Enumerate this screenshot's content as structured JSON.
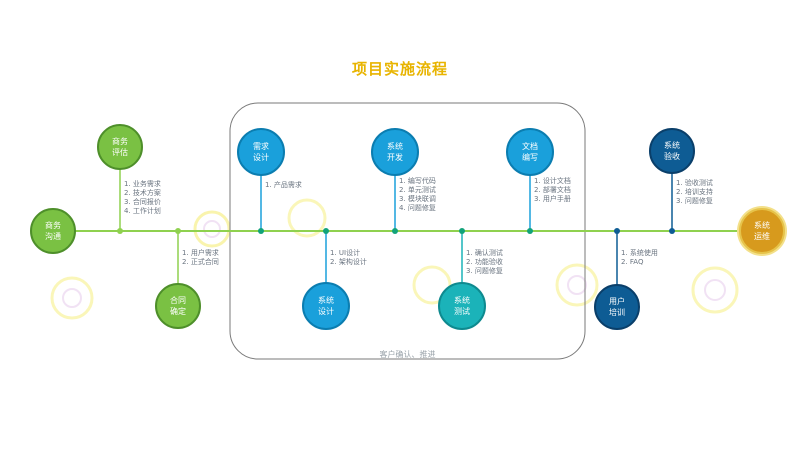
{
  "title": "项目实施流程",
  "region_label": "客户确认、推进",
  "nodes": [
    {
      "id": "n1",
      "label": "商务\n沟通",
      "color": "green"
    },
    {
      "id": "n2",
      "label": "商务\n评估",
      "color": "green"
    },
    {
      "id": "n3",
      "label": "合同\n确定",
      "color": "green"
    },
    {
      "id": "n4",
      "label": "需求\n设计",
      "color": "blue"
    },
    {
      "id": "n5",
      "label": "系统\n设计",
      "color": "blue"
    },
    {
      "id": "n6",
      "label": "系统\n开发",
      "color": "blue"
    },
    {
      "id": "n7",
      "label": "系统\n测试",
      "color": "teal"
    },
    {
      "id": "n8",
      "label": "文档\n编写",
      "color": "blue"
    },
    {
      "id": "n9",
      "label": "用户\n培训",
      "color": "navy"
    },
    {
      "id": "n10",
      "label": "系统\n验收",
      "color": "navy"
    },
    {
      "id": "n11",
      "label": "系统\n运维",
      "color": "gold"
    }
  ],
  "lists": [
    {
      "id": "l2",
      "items": [
        "1. 业务需求",
        "2. 技术方案",
        "3. 合同报价",
        "4. 工作计划"
      ]
    },
    {
      "id": "l3",
      "items": [
        "1. 用户需求",
        "2. 正式合同"
      ]
    },
    {
      "id": "l4",
      "items": [
        "1. 产品需求"
      ]
    },
    {
      "id": "l5",
      "items": [
        "1. UI设计",
        "2. 架构设计"
      ]
    },
    {
      "id": "l6",
      "items": [
        "1. 编写代码",
        "2. 单元测试",
        "3. 模块联调",
        "4. 问题修复"
      ]
    },
    {
      "id": "l7",
      "items": [
        "1. 确认测试",
        "2. 功能验收",
        "3. 问题修复"
      ]
    },
    {
      "id": "l8",
      "items": [
        "1. 设计文档",
        "2. 部署文档",
        "3. 用户手册"
      ]
    },
    {
      "id": "l9",
      "items": [
        "1. 系统使用",
        "2. FAQ"
      ]
    },
    {
      "id": "l10",
      "items": [
        "1. 验收测试",
        "2. 培训支持",
        "3. 问题修复"
      ]
    }
  ],
  "colors": {
    "timeline": "#8FD14F",
    "connector": "#1AA0DB",
    "title": "#E8B400",
    "region_border": "#7A7A7A"
  }
}
